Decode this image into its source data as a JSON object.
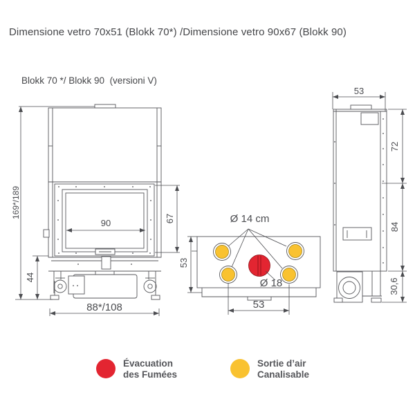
{
  "page": {
    "title": "Dimensione vetro 70x51 (Blokk 70*) /Dimensione vetro 90x67 (Blokk 90)",
    "subtitle": "Blokk 70 */ Blokk 90  (versioni V)"
  },
  "colors": {
    "smoke_red": "#e32531",
    "air_yellow": "#f9c230",
    "line": "#55565a"
  },
  "front_view": {
    "overall_height": "169*/189",
    "glass_width": "90",
    "glass_height": "67",
    "plinth_height": "44",
    "overall_width": "88*/108"
  },
  "top_view": {
    "air_duct_diameter": "Ø 14 cm",
    "smoke_outlet_diameter": "Ø 18",
    "depth": "53",
    "duct_spacing": "53"
  },
  "side_view": {
    "depth": "53",
    "upper_section_height": "72",
    "lower_section_height": "84",
    "plinth_height": "30,6"
  },
  "legend": {
    "smoke": {
      "label": "Évacuation\ndes Fumées",
      "color": "#e32531"
    },
    "air": {
      "label": "Sortie d’air\nCanalisable",
      "color": "#f9c230"
    }
  }
}
